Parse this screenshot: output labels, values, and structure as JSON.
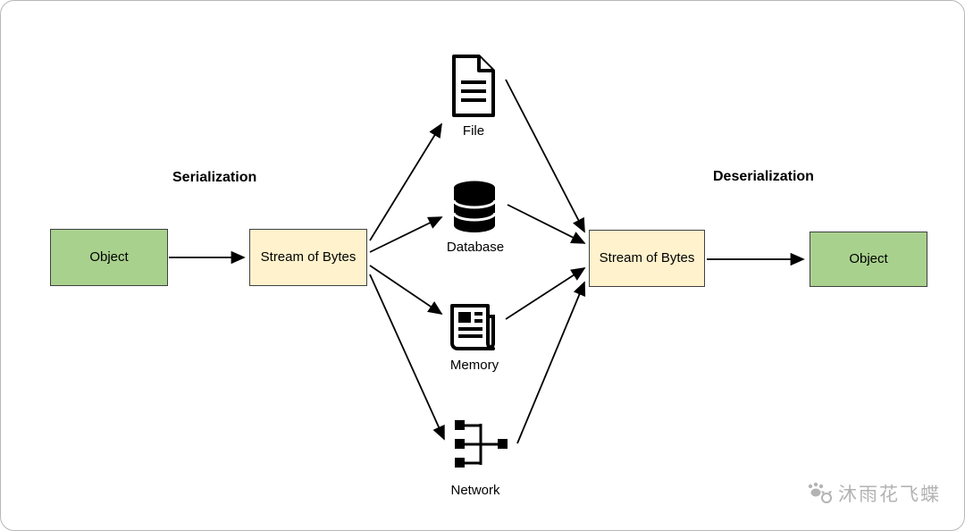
{
  "diagram": {
    "labels": {
      "serialization": "Serialization",
      "deserialization": "Deserialization"
    },
    "nodes": {
      "object_left": "Object",
      "stream_left": "Stream of Bytes",
      "stream_right": "Stream of Bytes",
      "object_right": "Object"
    },
    "targets": [
      {
        "id": "file",
        "icon": "file-icon",
        "label": "File"
      },
      {
        "id": "database",
        "icon": "database-icon",
        "label": "Database"
      },
      {
        "id": "memory",
        "icon": "memory-icon",
        "label": "Memory"
      },
      {
        "id": "network",
        "icon": "network-icon",
        "label": "Network"
      }
    ],
    "colors": {
      "object_fill": "#a9d18e",
      "stream_fill": "#fff2cc",
      "node_border": "#404040",
      "arrow": "#000000",
      "watermark": "#b3b3b3"
    },
    "watermark_text": "沐雨花飞蝶"
  }
}
